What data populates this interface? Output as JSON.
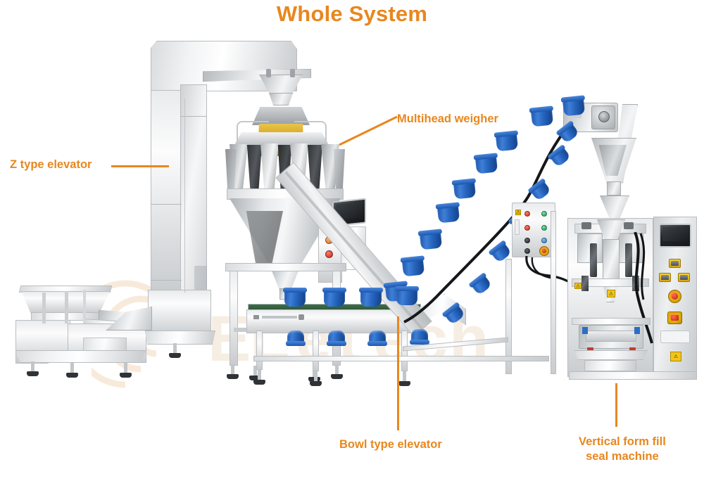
{
  "page": {
    "title": "Whole System",
    "accent_color": "#e8871e",
    "background_color": "#ffffff",
    "bucket_color": "#1d55ae",
    "metal_color": "#dfe2e4"
  },
  "callouts": [
    {
      "id": "z-type-elevator",
      "label": "Z type elevator",
      "leader": "horizontal-right"
    },
    {
      "id": "multihead-weigher",
      "label": "Multihead weigher",
      "leader": "diagonal-down-left"
    },
    {
      "id": "bowl-type-elevator",
      "label": "Bowl type elevator",
      "leader": "vertical-up"
    },
    {
      "id": "vffs-machine",
      "label": "Vertical form fill\nseal machine",
      "leader": "vertical-up"
    }
  ],
  "machines": {
    "vibratory_feeder": {
      "name": "Vibratory feeder hopper"
    },
    "z_elevator": {
      "name": "Z type elevator"
    },
    "multihead_weigher": {
      "name": "Multihead weigher",
      "hopper_count": 10,
      "has_touchscreen": true
    },
    "bowl_elevator": {
      "name": "Bowl type elevator",
      "bucket_count": 22
    },
    "vffs": {
      "name": "Vertical form fill seal machine",
      "has_touchscreen": true
    }
  },
  "control_box": {
    "name": "bowl-elevator-control-box",
    "buttons": [
      {
        "color": "#c7291b",
        "type": "round"
      },
      {
        "color": "#15944f",
        "type": "round"
      },
      {
        "color": "#c7291b",
        "type": "round"
      },
      {
        "color": "#15944f",
        "type": "round"
      },
      {
        "color": "#1d2023",
        "type": "round"
      },
      {
        "color": "#2470c0",
        "type": "round"
      },
      {
        "color": "#1d2023",
        "type": "round"
      },
      {
        "color": "#e0b000",
        "type": "emergency-stop"
      }
    ]
  },
  "vffs_panel": {
    "name": "vffs-control-panel",
    "touchscreen": true,
    "buttons": [
      {
        "color": "#d9a40d",
        "type": "square"
      },
      {
        "color": "#d9a40d",
        "type": "square"
      },
      {
        "color": "#d9a40d",
        "type": "square"
      },
      {
        "color": "#e0b000",
        "type": "emergency-stop"
      },
      {
        "color": "#e0b000",
        "type": "emergency-stop"
      }
    ]
  },
  "watermark": {
    "visible": true,
    "opacity": 0.3
  }
}
